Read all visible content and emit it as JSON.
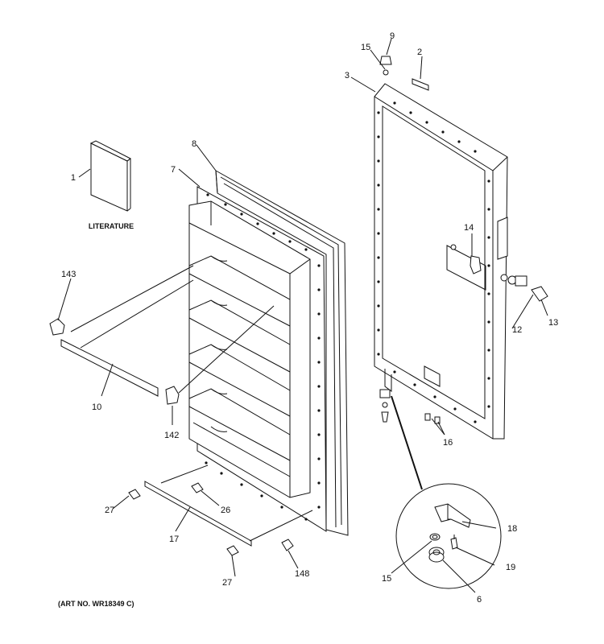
{
  "diagram": {
    "literature_label": "LITERATURE",
    "art_number": "(ART NO. WR18349 C)",
    "callouts": {
      "c1": "1",
      "c2": "2",
      "c3": "3",
      "c6": "6",
      "c7": "7",
      "c8": "8",
      "c9": "9",
      "c10": "10",
      "c12": "12",
      "c13": "13",
      "c14": "14",
      "c15a": "15",
      "c15b": "15",
      "c16": "16",
      "c17": "17",
      "c18": "18",
      "c19": "19",
      "c26": "26",
      "c27a": "27",
      "c27b": "27",
      "c142": "142",
      "c143": "143",
      "c148": "148"
    }
  }
}
